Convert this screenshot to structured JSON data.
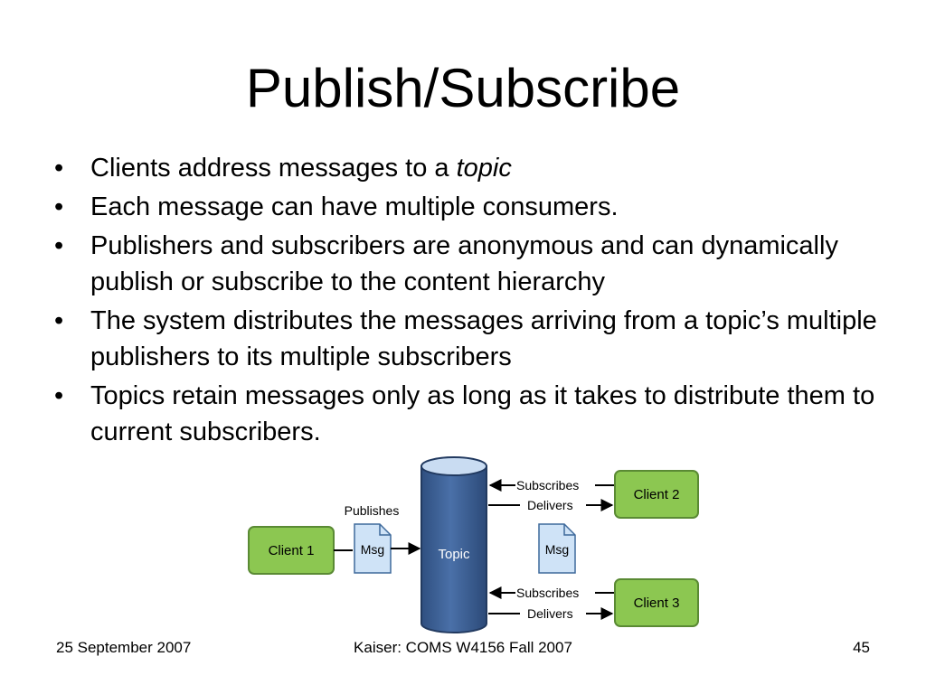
{
  "title": "Publish/Subscribe",
  "bullets": [
    {
      "text": "Clients address messages to a ",
      "emphasis": "topic"
    },
    {
      "text": "Each message can have multiple consumers."
    },
    {
      "text": "Publishers and subscribers are anonymous and can dynamically publish or subscribe to the content hierarchy"
    },
    {
      "text": "The system distributes the messages arriving from a topic’s multiple publishers to its multiple subscribers"
    },
    {
      "text": "Topics retain messages only as long as it takes to distribute them to current subscribers."
    }
  ],
  "bullet_glyph": "•",
  "diagram": {
    "client1": "Client 1",
    "client2": "Client 2",
    "client3": "Client 3",
    "publishes": "Publishes",
    "msg_left": "Msg",
    "msg_right": "Msg",
    "topic": "Topic",
    "subscribes_top": "Subscribes",
    "delivers_top": "Delivers",
    "subscribes_bottom": "Subscribes",
    "delivers_bottom": "Delivers",
    "colors": {
      "client_fill": "#8cc751",
      "client_stroke": "#5a8a34",
      "msg_fill": "#cfe3f7",
      "msg_stroke": "#3f6a9c",
      "topic_fill": "#3b5f96",
      "topic_top": "#c9dcf2",
      "topic_stroke": "#223a60"
    }
  },
  "footer": {
    "date": "25 September 2007",
    "course": "Kaiser: COMS W4156 Fall 2007",
    "page": "45"
  }
}
